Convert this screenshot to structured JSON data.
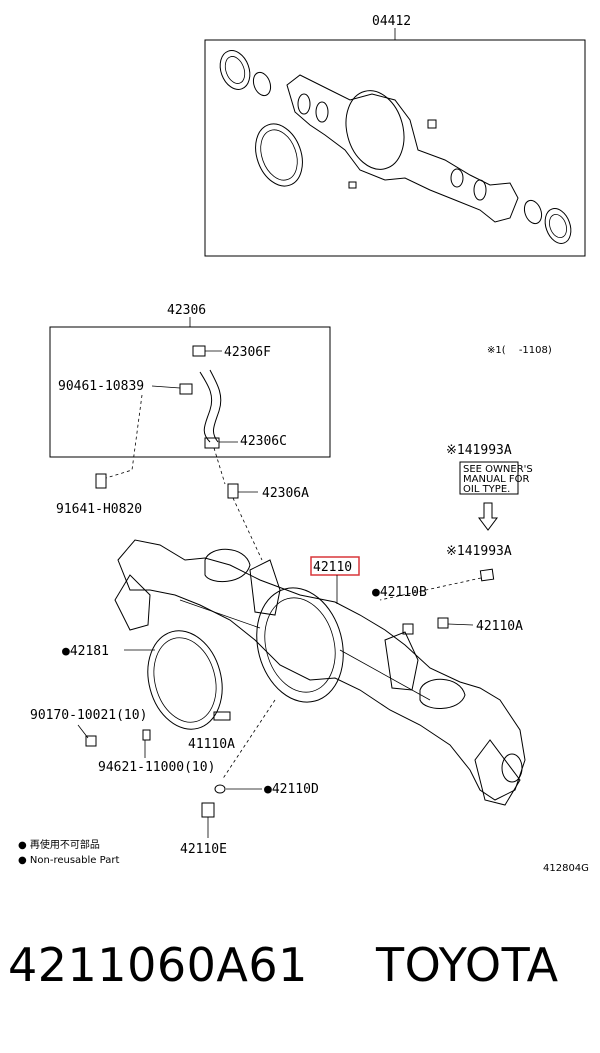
{
  "labels": {
    "l04412": "04412",
    "l42306": "42306",
    "l42306F": "42306F",
    "l90461": "90461-10839",
    "l42306C": "42306C",
    "l42306A": "42306A",
    "l91641": "91641-H0820",
    "l41993A_a": "※141993A",
    "l41993A_b": "※141993A",
    "l42110": "42110",
    "l42110B": "●42110B",
    "l42110A": "42110A",
    "l42181": "●42181",
    "l90170": "90170-10021(10)",
    "l41110A": "41110A",
    "l94621": "94621-11000(10)",
    "l42110D": "●42110D",
    "l42110E": "42110E",
    "note1": "※1(　 -1108)",
    "figure_code": "412804G"
  },
  "oil_label": {
    "line1": "SEE OWNER'S",
    "line2": "MANUAL FOR",
    "line3": "OIL TYPE."
  },
  "legend": {
    "jp": "● 再使用不可部品",
    "en": "● Non-reusable Part"
  },
  "footer": {
    "part_number": "4211060A61",
    "brand": "TOYOTA"
  },
  "colors": {
    "highlight": "#d8363a"
  }
}
